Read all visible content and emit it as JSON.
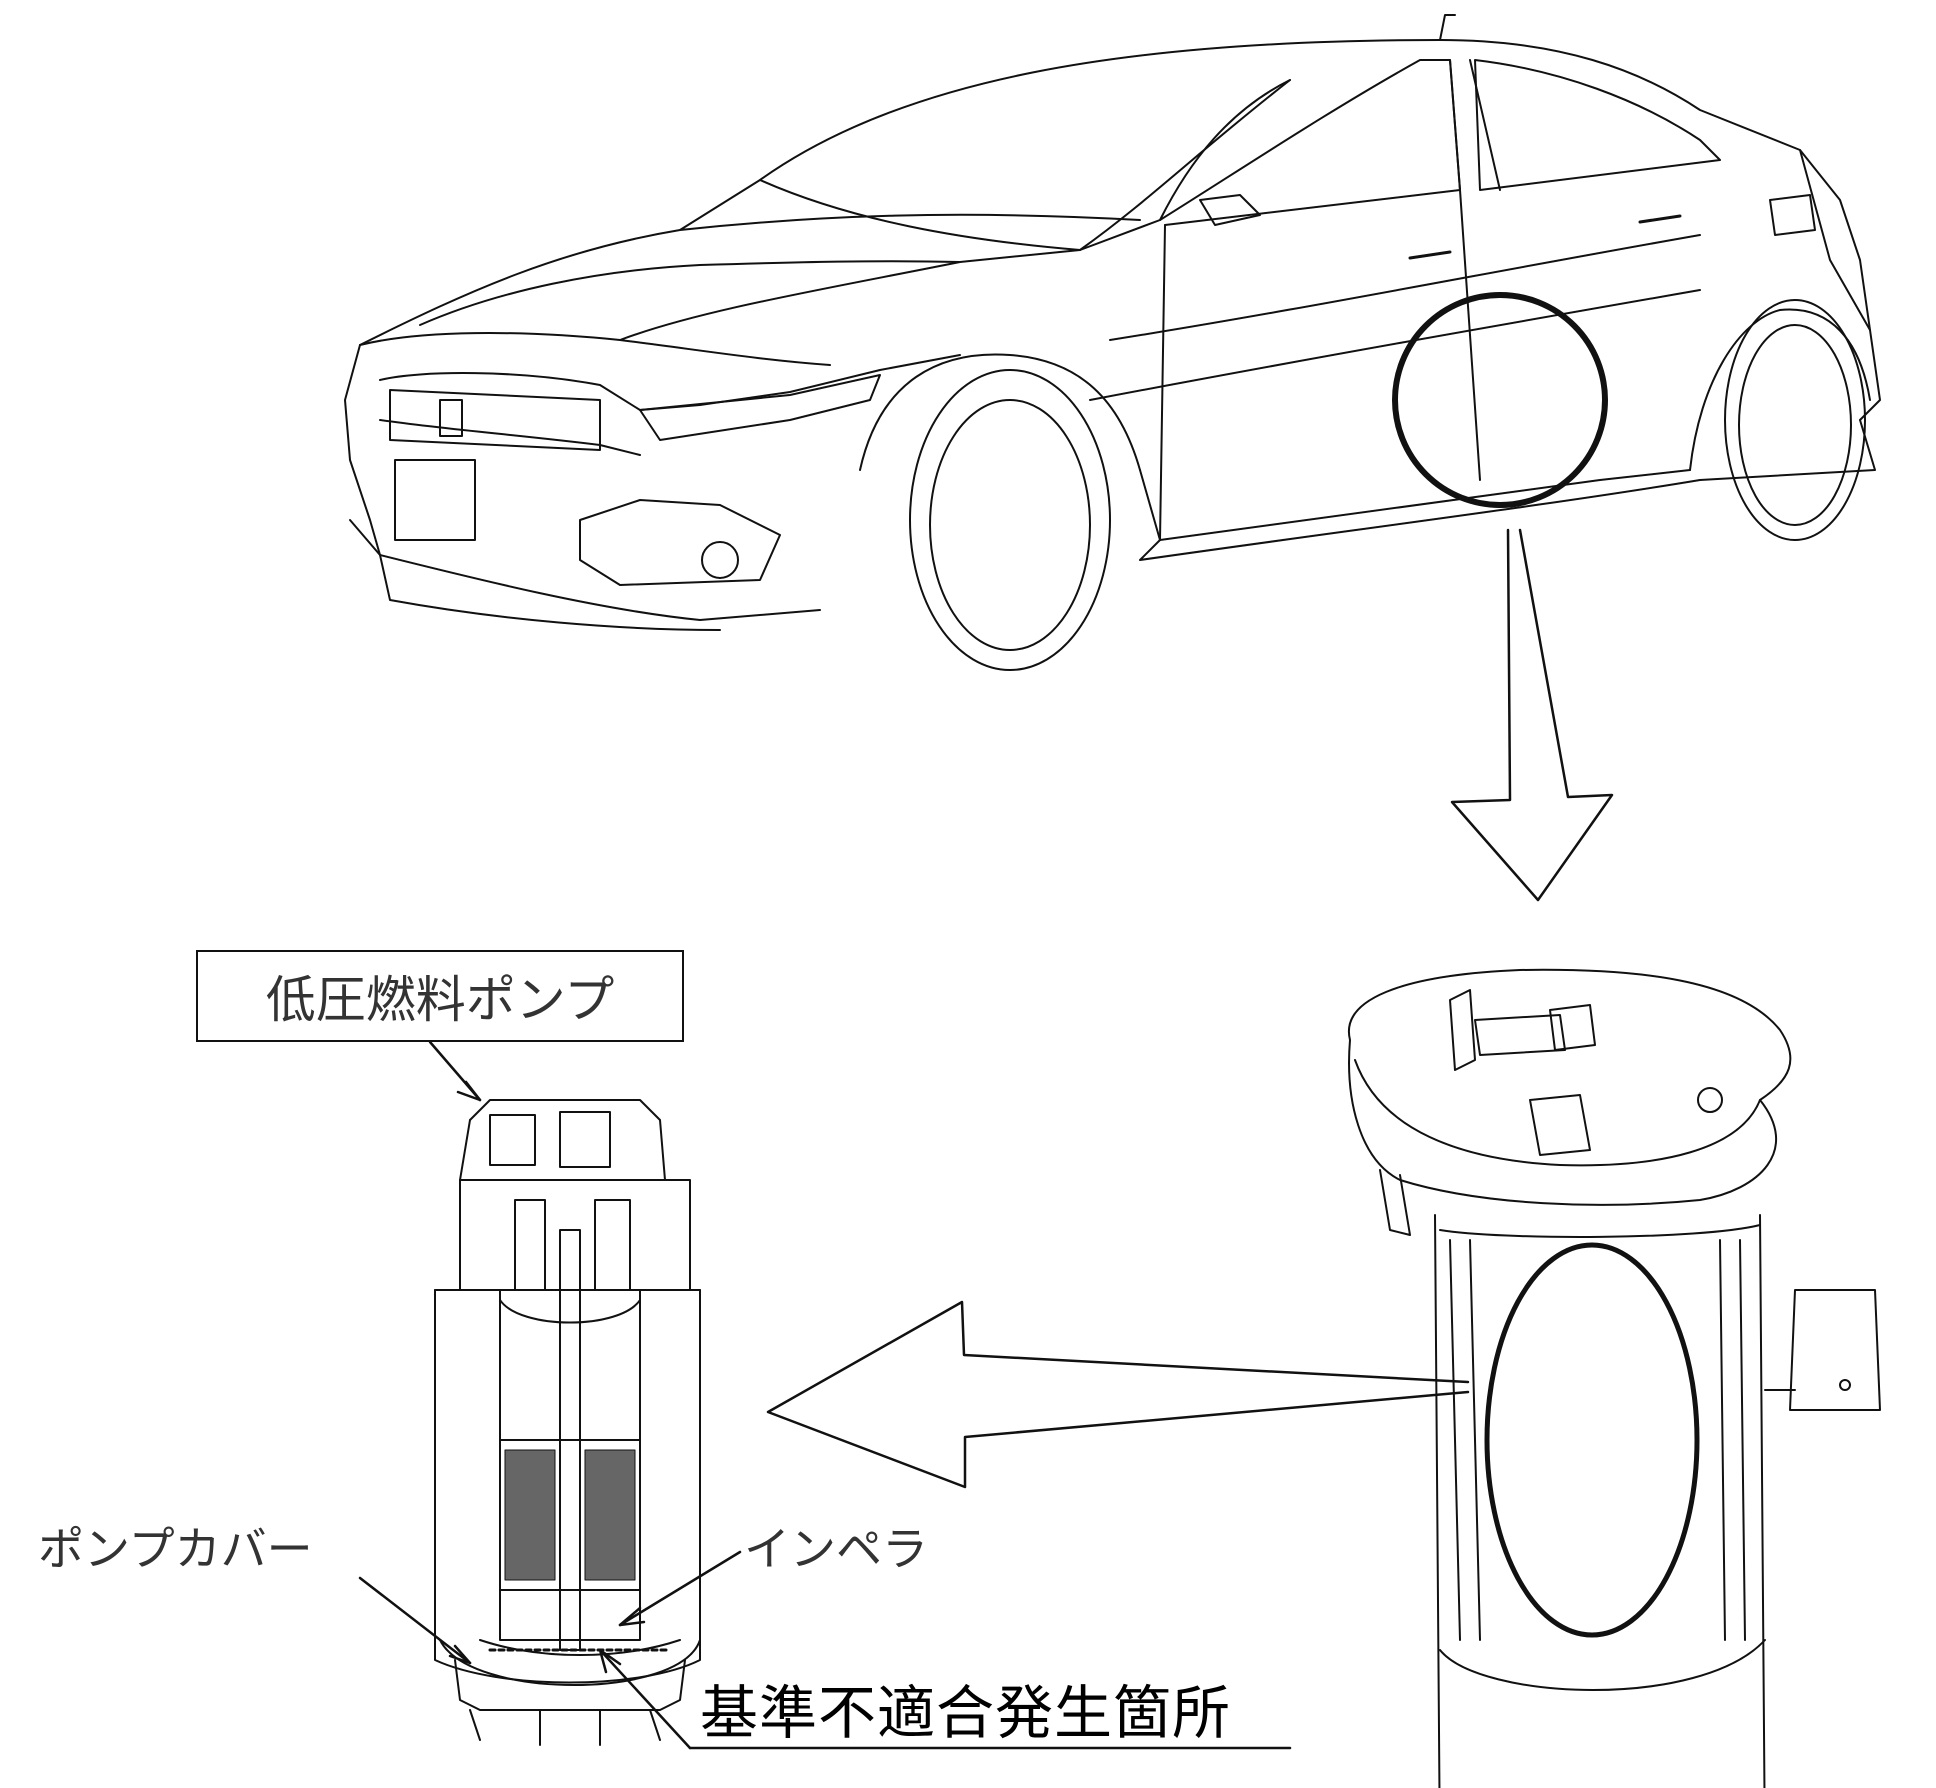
{
  "labels": {
    "main_box": "低圧燃料ポンプ",
    "pump_cover": "ポンプカバー",
    "impeller": "インペラ",
    "defect_location": "基準不適合発生箇所"
  },
  "colors": {
    "line": "#111111",
    "background": "#ffffff"
  }
}
